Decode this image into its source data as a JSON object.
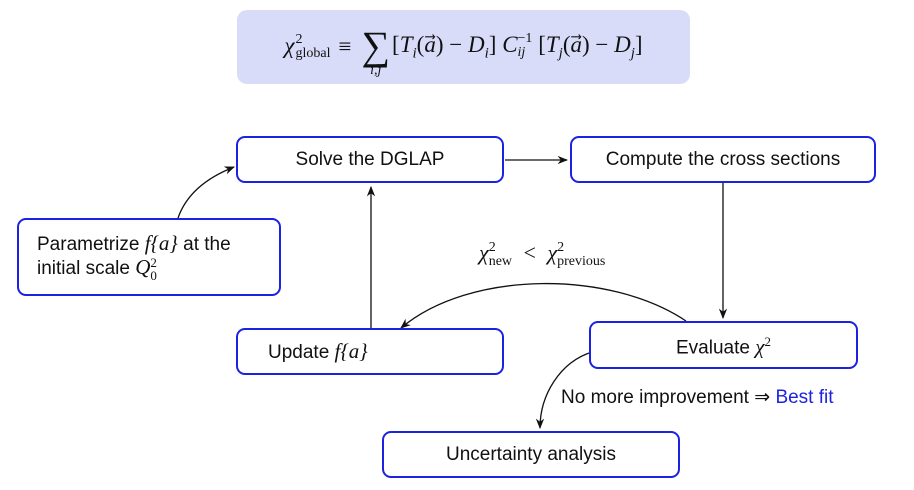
{
  "formula": {
    "lhs": "χ",
    "lhs_sup": "2",
    "lhs_sub": "global",
    "equiv": "≡",
    "sum": "∑",
    "sum_index": "i,j",
    "body": "[T_i(a⃗) − D_i] C_ij^{−1} [T_j(a⃗) − D_j]"
  },
  "nodes": {
    "solve": "Solve the DGLAP",
    "compute": "Compute the cross sections",
    "param_prefix": "Parametrize ",
    "param_math": "f{a}",
    "param_suffix": " at the",
    "param_line2_prefix": "initial scale ",
    "param_scale": "Q",
    "param_scale_sup": "2",
    "param_scale_sub": "0",
    "update_prefix": "Update ",
    "update_math": "f{a}",
    "evaluate_prefix": "Evaluate ",
    "evaluate_math": "χ",
    "evaluate_sup": "2",
    "uncertainty": "Uncertainty analysis"
  },
  "edge_labels": {
    "improve_chi": "χ",
    "improve_new_sub": "new",
    "improve_new_sup": "2",
    "improve_lt": "<",
    "improve_prev_sub": "previous",
    "improve_prev_sup": "2",
    "stop_text": "No more improvement ⇒ ",
    "stop_highlight": "Best fit"
  },
  "colors": {
    "box_border": "#1d22e0",
    "formula_bg": "#d9dcf8",
    "highlight": "#1d22e0",
    "arrow": "#111111"
  }
}
